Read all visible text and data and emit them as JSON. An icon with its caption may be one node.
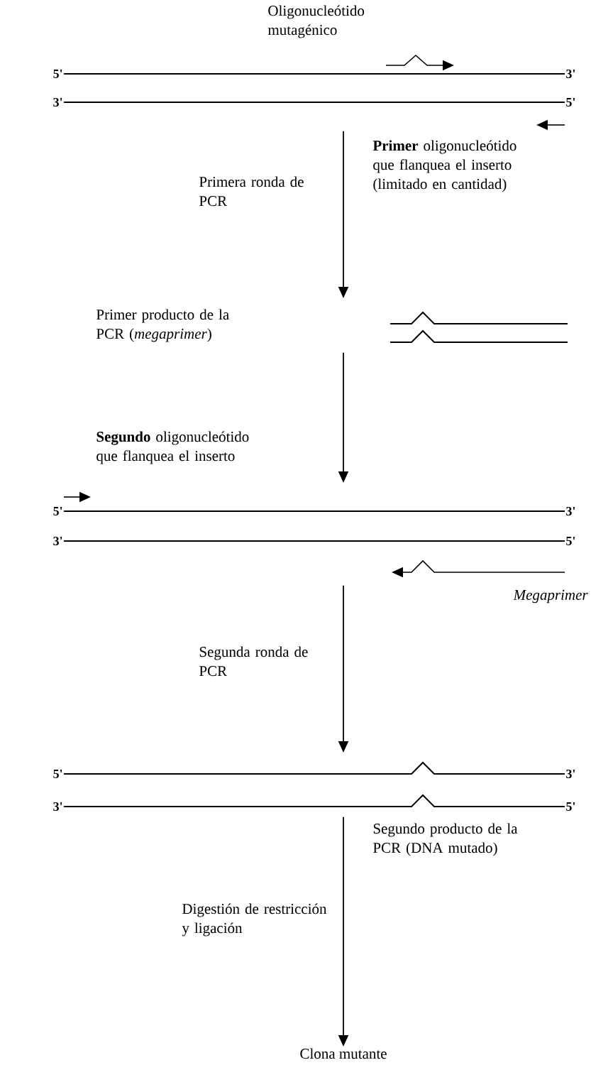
{
  "diagram": {
    "nodes": [
      {
        "text": [],
        "shape": "picture",
        "beside": [
          "Oligonucleótido mutagénico",
          "5'",
          "3'",
          "3'",
          "5'",
          "**Primer** oligonucleótido que flanquea el inserto (limitado en cantidad)"
        ]
      },
      {
        "text": [],
        "shape": "picture"
      },
      {
        "text": [],
        "shape": "picture",
        "beside": [
          "**Segundo** oligonucleótido que flanquea el inserto",
          "5'",
          "3'",
          "3'",
          "5'",
          "Megaprimer"
        ]
      },
      {
        "text": [],
        "shape": "picture",
        "beside": [
          "5'",
          "3'",
          "3'",
          "5'",
          "Segundo producto de la PCR (DNA mutado)"
        ]
      },
      {
        "text": [
          "Clona mutante"
        ]
      }
    ],
    "edges": [
      {
        "from": 0,
        "to": 1,
        "arrow": "to",
        "label": "Primera ronda de PCR"
      },
      {
        "from": 1,
        "to": 2,
        "arrow": "to"
      },
      {
        "from": 2,
        "to": 3,
        "arrow": "to",
        "label": "Segunda ronda de PCR"
      },
      {
        "from": 3,
        "to": 4,
        "arrow": "to",
        "label": "Digestión de restricción y ligación"
      }
    ],
    "labels": [
      "Primer producto de la PCR (*megaprimer*)"
    ]
  }
}
